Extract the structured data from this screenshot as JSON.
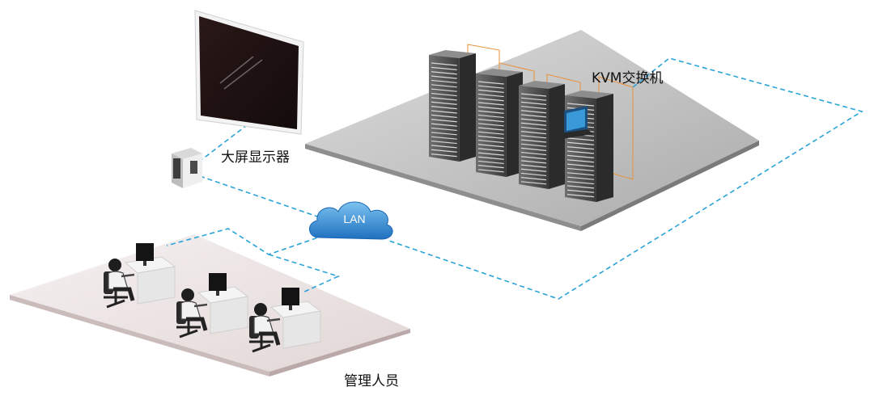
{
  "labels": {
    "kvm_switch": "KVM交换机",
    "big_screen": "大屏显示器",
    "lan": "LAN",
    "staff": "管理人员"
  },
  "colors": {
    "dashed_line": "#2aa3d8",
    "cloud": "#2f8fd6",
    "rack_frame": "#e8913a",
    "kvm_screen": "#3a9ad9"
  },
  "icons": {
    "cloud": "lan-cloud-icon",
    "display": "big-screen-display-icon",
    "controller": "display-controller-icon",
    "server": "server-rack-icon",
    "operator": "operator-icon"
  }
}
